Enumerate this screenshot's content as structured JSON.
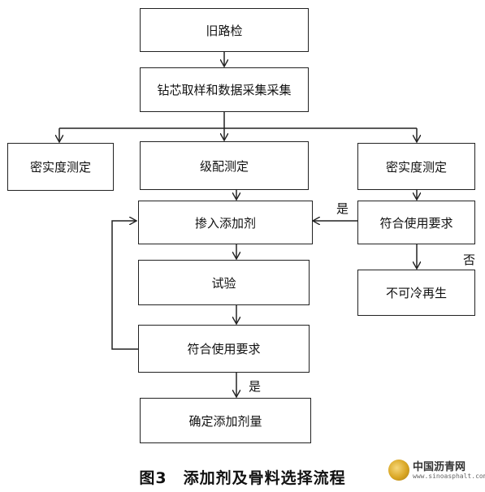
{
  "nodes": {
    "old_road_inspection": "旧路检",
    "core_sampling": "钻芯取样和数据采集采集",
    "density_test_left": "密实度测定",
    "gradation_test": "级配测定",
    "density_test_right": "密实度测定",
    "add_additive": "掺入添加剂",
    "meets_requirement_right": "符合使用要求",
    "not_recyclable": "不可冷再生",
    "trial": "试验",
    "meets_requirement_center": "符合使用要求",
    "determine_additive_amount": "确定添加剂量"
  },
  "edge_labels": {
    "yes_right": "是",
    "no_right": "否",
    "yes_center": "是"
  },
  "caption": "图3　添加剂及骨料选择流程",
  "watermark": {
    "title": "中国沥青网",
    "url": "www.sinoasphalt.com"
  }
}
